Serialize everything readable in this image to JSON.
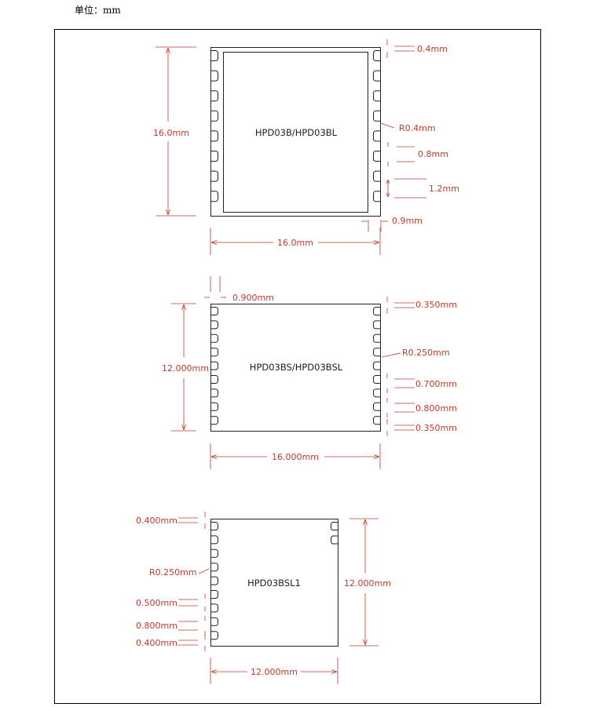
{
  "header": {
    "unit_label": "单位：mm"
  },
  "colors": {
    "dimension": "#c0392b",
    "outline": "#222222",
    "frame": "#000000"
  },
  "module_1": {
    "name": "HPD03B/HPD03BL",
    "height": "16.0mm",
    "width": "16.0mm",
    "pad_width": "0.4mm",
    "radius": "R0.4mm",
    "pad_length": "0.8mm",
    "pitch": "1.2mm",
    "edge": "0.9mm"
  },
  "module_2": {
    "name": "HPD03BS/HPD03BSL",
    "edge": "0.900mm",
    "height": "12.000mm",
    "width": "16.000mm",
    "top_offset": "0.350mm",
    "radius": "R0.250mm",
    "pad_length": "0.700mm",
    "pitch": "0.800mm",
    "bottom_offset": "0.350mm"
  },
  "module_3": {
    "name": "HPD03BSL1",
    "top_offset": "0.400mm",
    "radius": "R0.250mm",
    "pad_length": "0.500mm",
    "pitch": "0.800mm",
    "bottom_offset": "0.400mm",
    "height": "12.000mm",
    "width": "12.000mm"
  }
}
